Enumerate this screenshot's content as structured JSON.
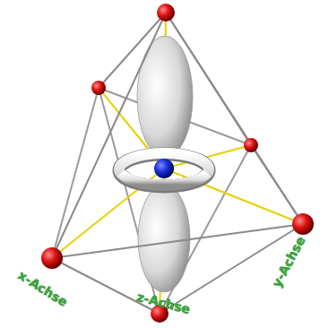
{
  "diagram": {
    "labels": [
      "x-Achse",
      "y-Achse",
      "z-Achse"
    ]
  }
}
